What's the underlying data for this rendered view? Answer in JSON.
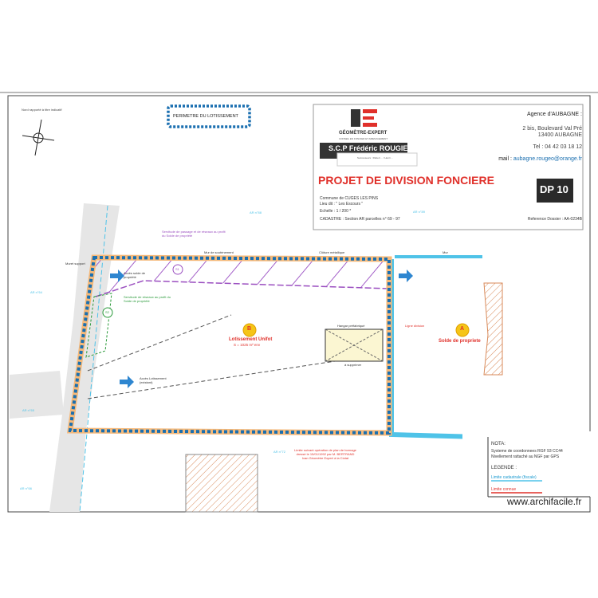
{
  "title_block": {
    "logo_caption": "GÉOMÈTRE-EXPERT",
    "logo_sub": "CONSEIL EN FONCIER ET AMENAGEMENT",
    "firm": "S.C.P Frédéric ROUGIER",
    "successors": "Successeurs : Robert ... / Henri ...",
    "agency": "Agence d'AUBAGNE :",
    "address1": "2 bis, Boulevard Val Pré",
    "address2": "13400 AUBAGNE",
    "tel": "Tel : 04 42 03 18 12",
    "mail_label": "mail :",
    "mail": "aubagne.rougeo@orange.fr",
    "project_title": "PROJET DE DIVISION FONCIERE",
    "dp": "DP 10",
    "commune": "Commune de CUGES LES PINS",
    "lieu_dit": "Lieu dit :    \" Les Escours \"",
    "echelle": "Echelle :     1 / 200 *",
    "cadastre": "CADASTRE : Section AR parcelles n° 69 - 97",
    "reference": "Reference Dossier : AA-0234B"
  },
  "perimeter_legend": "PERIMETRE DU LOTISSEMENT",
  "north_label": "Nord rapporté à titre indicatif",
  "lots": {
    "b_letter": "B",
    "b_name": "Lotissement Unifot",
    "b_area": "S = 1025 m² env",
    "a_letter": "A",
    "a_name": "Solde de propriete"
  },
  "annotations": {
    "servitude_passage": "Servitude de passage et de réseaux au profit du Solde de propriété",
    "servitude_reseaux": "Servitude de réseaux au profit du Solde de propriété",
    "s1": "S1",
    "s2": "S2",
    "mur_soutenement": "Mur de soutènement",
    "cloture": "Clôture métallique",
    "mur": "Mur",
    "muret": "Muret support",
    "acces_solde": "Accès solde de propriété",
    "acces_lot": "Accès Lotissement (existant)",
    "hangar": "Hangar préfabriqué",
    "a_supprimer": "à supprimer",
    "ligne_division": "Ligne division",
    "limite_bas": "Limite suivant opération de plan de bornage dressé le 15/01/1992 par M. BERTRAND Ivan Géomètre Expert à la Ciotat",
    "parcelle_ar": [
      "AR n°88",
      "AR n°64",
      "AR n°65",
      "AR n°66",
      "AR n°72",
      "AR n°89"
    ]
  },
  "nota": {
    "title": "NOTA:",
    "line1": "Systeme de coordonnees RGF 93 CC44",
    "line2": "Nivellement rattaché au NGF par GPS",
    "legend_title": "LEGENDE :",
    "legend1": "Limite cadastrale (fiscale)",
    "legend2": "Limite connue"
  },
  "watermark": "www.archifacile.fr",
  "colors": {
    "perimeter": "#1a6fb0",
    "cadastral": "#4fc3e8",
    "lot_edge": "#f5b97a",
    "servitude": "#9b4fc0",
    "red": "#e0302a",
    "green": "#2a9a3a"
  }
}
